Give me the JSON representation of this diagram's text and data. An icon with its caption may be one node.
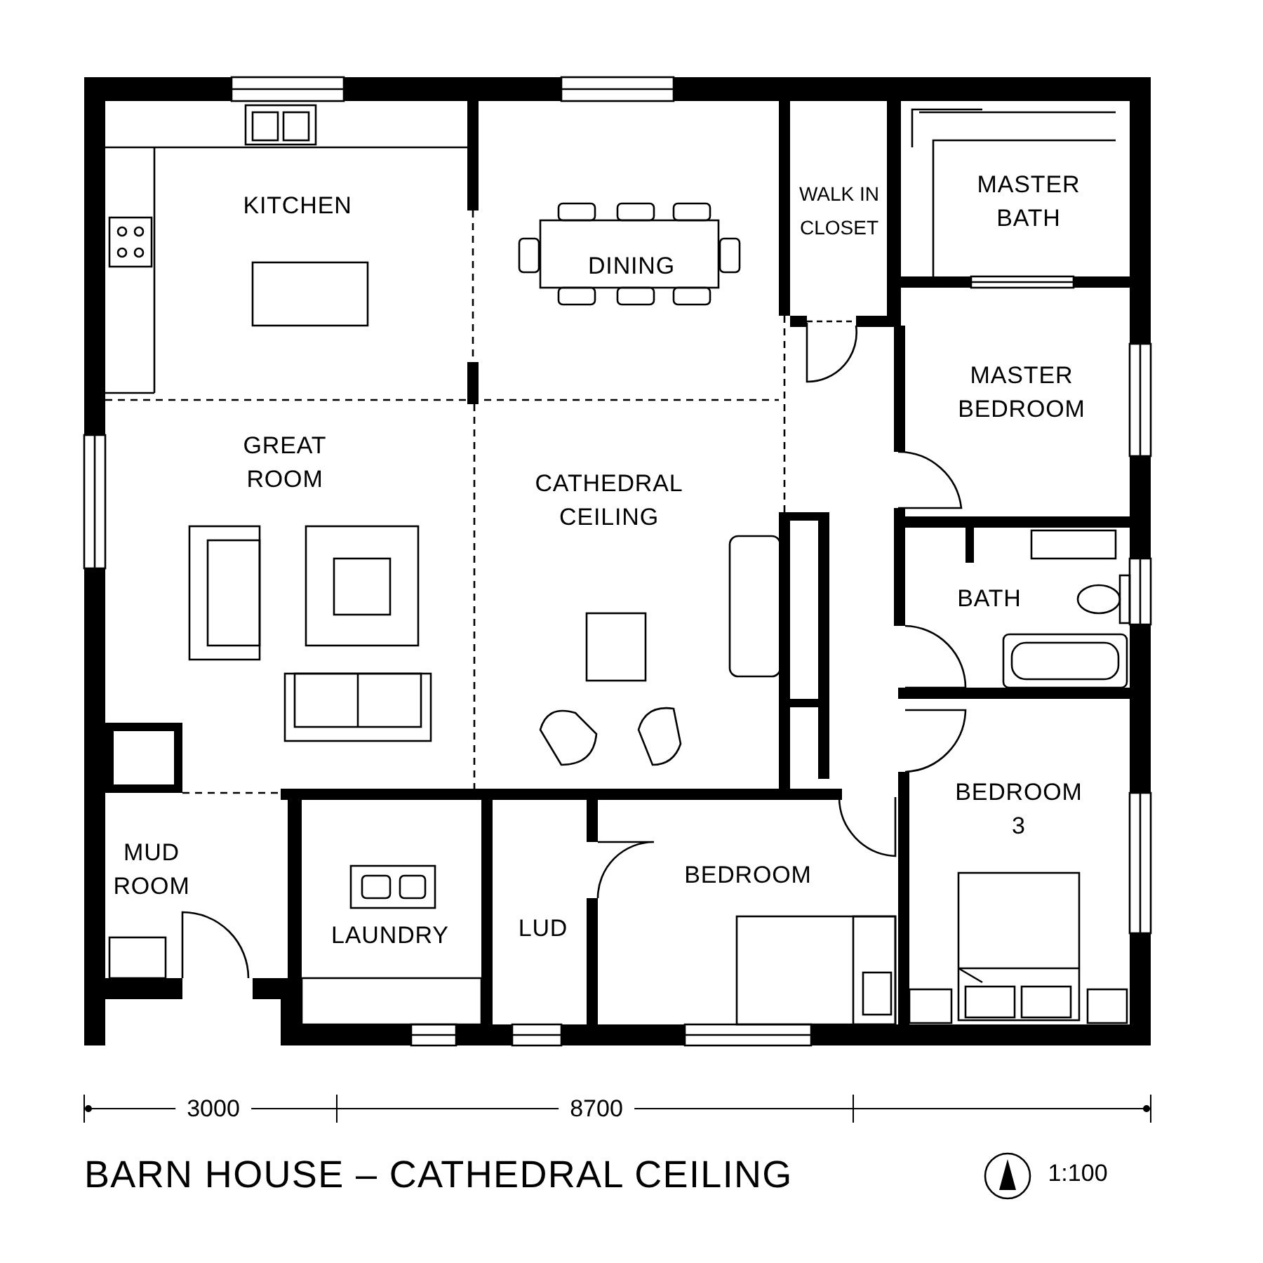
{
  "diagram": {
    "title": "BARN HOUSE – CATHEDRAL CEILING",
    "nodes": [
      {
        "text": [
          "KITCHEN"
        ]
      },
      {
        "text": [
          "MASTER BATH"
        ]
      },
      {
        "text": [
          "WALK IN CLOSET"
        ]
      },
      {
        "text": [
          "DINING"
        ]
      },
      {
        "text": [
          "MASTER BEDROOM"
        ]
      },
      {
        "text": [
          "GREAT ROOM"
        ]
      },
      {
        "text": [
          "CATHEDRAL CEILING"
        ]
      },
      {
        "text": [
          "BATH"
        ]
      },
      {
        "text": [
          "BEDROOM 3"
        ]
      },
      {
        "text": [
          "MUD ROOM"
        ]
      },
      {
        "text": [
          "BEDROOM"
        ]
      },
      {
        "text": [
          "LUD"
        ]
      },
      {
        "text": [
          "LAUNDRY"
        ]
      }
    ],
    "edges": [],
    "labels": [
      "3000",
      "8700",
      "1:100"
    ]
  }
}
